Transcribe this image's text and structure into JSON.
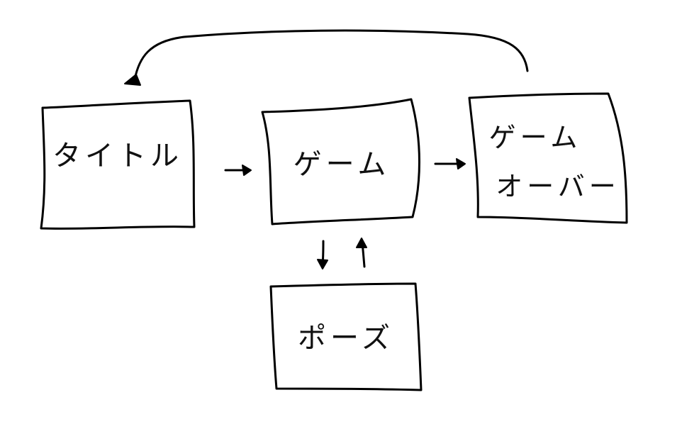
{
  "diagram": {
    "nodes": [
      {
        "id": "title",
        "label": "タイトル"
      },
      {
        "id": "game",
        "label": "ゲーム"
      },
      {
        "id": "gameover",
        "label_line1": "ゲーム",
        "label_line2": "オーバー"
      },
      {
        "id": "pause",
        "label": "ポーズ"
      }
    ],
    "edges": [
      {
        "from": "title",
        "to": "game"
      },
      {
        "from": "game",
        "to": "gameover"
      },
      {
        "from": "game",
        "to": "pause"
      },
      {
        "from": "pause",
        "to": "game"
      },
      {
        "from": "gameover",
        "to": "title"
      }
    ],
    "colors": {
      "stroke": "#000000",
      "fill": "#ffffff"
    }
  }
}
